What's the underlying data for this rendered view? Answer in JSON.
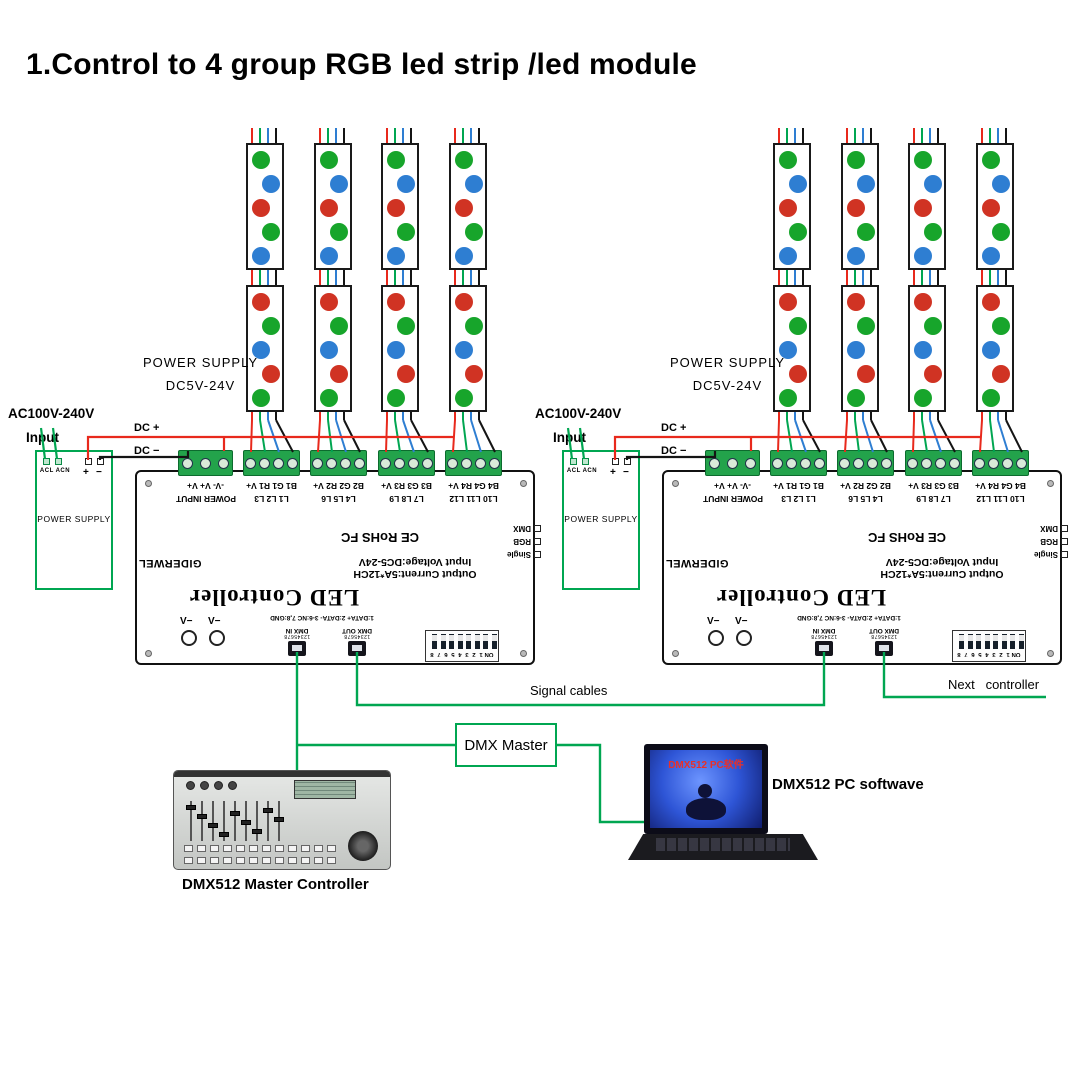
{
  "title": "1.Control to 4 group RGB led strip /led module",
  "labels": {
    "power_supply_caption_line1": "POWER SUPPLY",
    "power_supply_caption_line2": "DC5V-24V",
    "ac_input": "AC100V-240V",
    "ac_input_sub": "Input",
    "dc_plus": "DC +",
    "dc_minus": "DC −",
    "signal_cables": "Signal cables",
    "next_controller": "Next   controller",
    "dmx_master": "DMX Master",
    "master_controller": "DMX512 Master Controller",
    "pc_software": "DMX512 PC softwave",
    "laptop_screen_text": "DMX512 PC软件"
  },
  "psu": {
    "ac_terminals": "ACL ACN",
    "plus": "+",
    "minus": "−",
    "name": "POWER SUPPLY"
  },
  "controller": {
    "brand": "GIDERWEL",
    "product": "LED Controller",
    "cert": "CE RoHS FC",
    "spec_line1": "Input Voltage:DC5-24V",
    "spec_line2": "Output Current:5A*12CH",
    "modes": [
      "Single",
      "RGB",
      "DMX"
    ],
    "power_block_line1": "-V- V+ V+",
    "power_block_line2": "POWER INPUT",
    "blocks": [
      {
        "line1": "B1 G1 R1 V+",
        "line2": "L1 L2 L3"
      },
      {
        "line1": "B2 G2 R2 V+",
        "line2": "L4 L5 L6"
      },
      {
        "line1": "B3 G3 R3 V+",
        "line2": "L7 L8 L9"
      },
      {
        "line1": "B4 G4 R4 V+",
        "line2": "L10 L11 L12"
      }
    ],
    "v_minus": "V−",
    "dmx_pins": "1:DATA+ 2:DATA- 3-6:NC 7,8:GND",
    "dmx_in": "DMX IN",
    "dmx_out": "DMX OUT",
    "port_pins": "12345678",
    "dip_on": "ON",
    "dip_numbers": "1 2 3 4 5 6 7 8"
  },
  "led_colors": {
    "green": "#17a52b",
    "blue": "#2e7ed2",
    "red": "#d03323"
  },
  "wire_colors": {
    "red": "#e8291c",
    "black": "#141414",
    "green": "#00a651",
    "blue": "#2e7ed2"
  }
}
